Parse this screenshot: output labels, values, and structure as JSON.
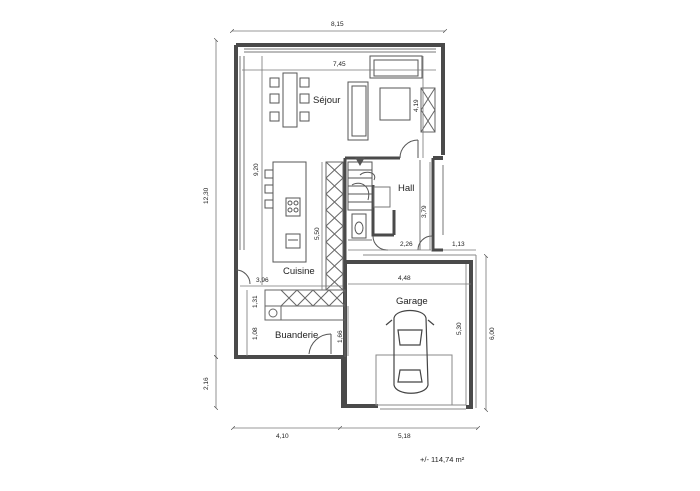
{
  "rooms": {
    "sejour": "Séjour",
    "hall": "Hall",
    "cuisine": "Cuisine",
    "garage": "Garage",
    "buanderie": "Buanderie"
  },
  "dimensions": {
    "total_width": "8,15",
    "inner_width": "7,45",
    "total_height": "12,30",
    "lower_height": "2,16",
    "bottom_left": "4,10",
    "bottom_right": "5,18",
    "garage_height": "6,00",
    "sejour_depth": "4,19",
    "cuisine_depth": "9,20",
    "hall_depth": "3,79",
    "stair_width": "5,50",
    "hall_width": "2,26",
    "small_width": "1,13",
    "garage_width": "4,48",
    "garage_depth": "5,30",
    "cuisine_width": "3,96",
    "buanderie_width": "1,31",
    "buanderie_depth": "1,08",
    "buanderie_small": "1,66"
  },
  "area": "+/- 114,74 m²"
}
